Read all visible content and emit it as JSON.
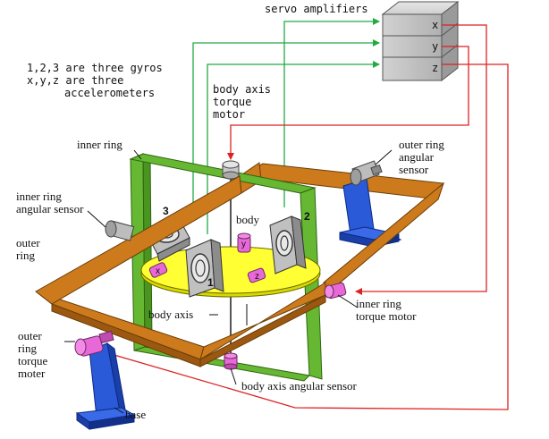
{
  "legend": {
    "line1": "1,2,3 are three gyros",
    "line2": "x,y,z are three",
    "line3": "accelerometers"
  },
  "labels": {
    "servo_amplifiers": "servo amplifiers",
    "body_axis_torque_motor": [
      "body axis",
      "torque",
      "motor"
    ],
    "inner_ring": "inner ring",
    "outer_ring_angular_sensor": [
      "outer ring",
      "angular",
      "sensor"
    ],
    "inner_ring_angular_sensor": [
      "inner ring",
      "angular sensor"
    ],
    "outer_ring": [
      "outer",
      "ring"
    ],
    "body": "body",
    "body_axis": "body axis",
    "inner_ring_torque_motor": [
      "inner ring",
      "torque motor"
    ],
    "outer_ring_torque_motor": [
      "outer",
      "ring",
      "torque",
      "moter"
    ],
    "body_axis_angular_sensor": "body axis angular sensor",
    "base": "base"
  },
  "amplifier_channels": [
    "x",
    "y",
    "z"
  ],
  "gyros": [
    "1",
    "2",
    "3"
  ],
  "accelerometers": [
    "x",
    "y",
    "z"
  ],
  "colors": {
    "outer_ring": "#cc7a1c",
    "inner_ring": "#66b832",
    "body_disc": "#ffff33",
    "base": "#2a5ad8",
    "motor": "#e868d8",
    "wire_green": "#22aa44",
    "wire_red": "#dd2222",
    "amplifier_box": "#bcbcbc"
  }
}
